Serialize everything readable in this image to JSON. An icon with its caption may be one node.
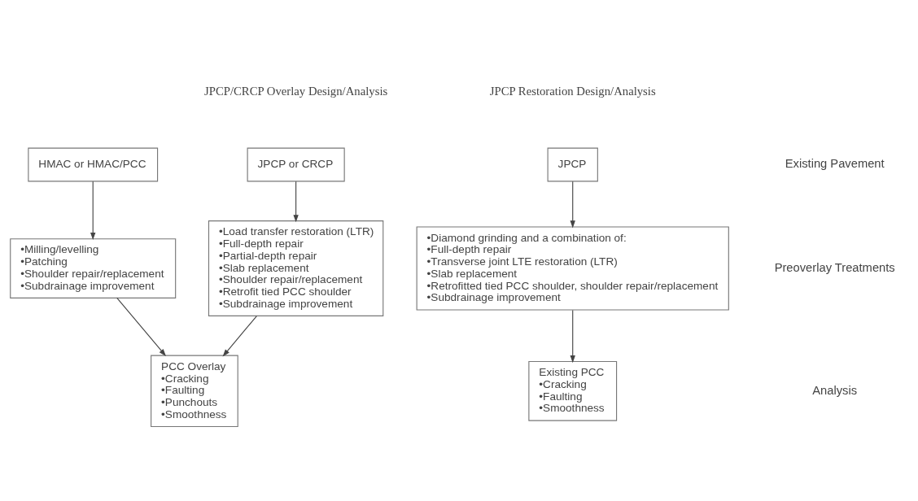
{
  "diagram": {
    "nodes": [
      {
        "text": [
          "HMAC or HMAC/PCC"
        ]
      },
      {
        "text": [
          "JPCP or CRCP"
        ]
      },
      {
        "text": [
          "JPCP"
        ]
      },
      {
        "text": [
          "•Milling/levelling",
          "•Patching",
          "•Shoulder repair/replacement",
          "•Subdrainage improvement"
        ]
      },
      {
        "text": [
          "•Load transfer restoration (LTR)",
          "•Full-depth repair",
          "•Partial-depth repair",
          "•Slab replacement",
          "•Shoulder repair/replacement",
          "•Retrofit tied PCC shoulder",
          "•Subdrainage improvement"
        ]
      },
      {
        "text": [
          "•Diamond grinding and a combination of:",
          "•Full-depth repair",
          "•Transverse joint LTE restoration (LTR)",
          "•Slab replacement",
          "•Retrofitted tied PCC shoulder, shoulder repair/replacement",
          "•Subdrainage improvement"
        ]
      },
      {
        "text": [
          "PCC Overlay",
          "•Cracking",
          "•Faulting",
          "•Punchouts",
          "•Smoothness"
        ]
      },
      {
        "text": [
          "Existing PCC",
          "•Cracking",
          "•Faulting",
          "•Smoothness"
        ]
      }
    ],
    "edges": [
      {
        "from": 0,
        "to": 3,
        "arrow": "to"
      },
      {
        "from": 1,
        "to": 4,
        "arrow": "to"
      },
      {
        "from": 2,
        "to": 5,
        "arrow": "to"
      },
      {
        "from": 3,
        "to": 6,
        "arrow": "to"
      },
      {
        "from": 4,
        "to": 6,
        "arrow": "to"
      },
      {
        "from": 5,
        "to": 7,
        "arrow": "to"
      }
    ],
    "labels": [
      "Existing Pavement",
      "JPCP/CRCP Overlay Design/Analysis",
      "JPCP Restoration Design/Analysis",
      "Preoverlay Treatments",
      "Analysis"
    ]
  }
}
